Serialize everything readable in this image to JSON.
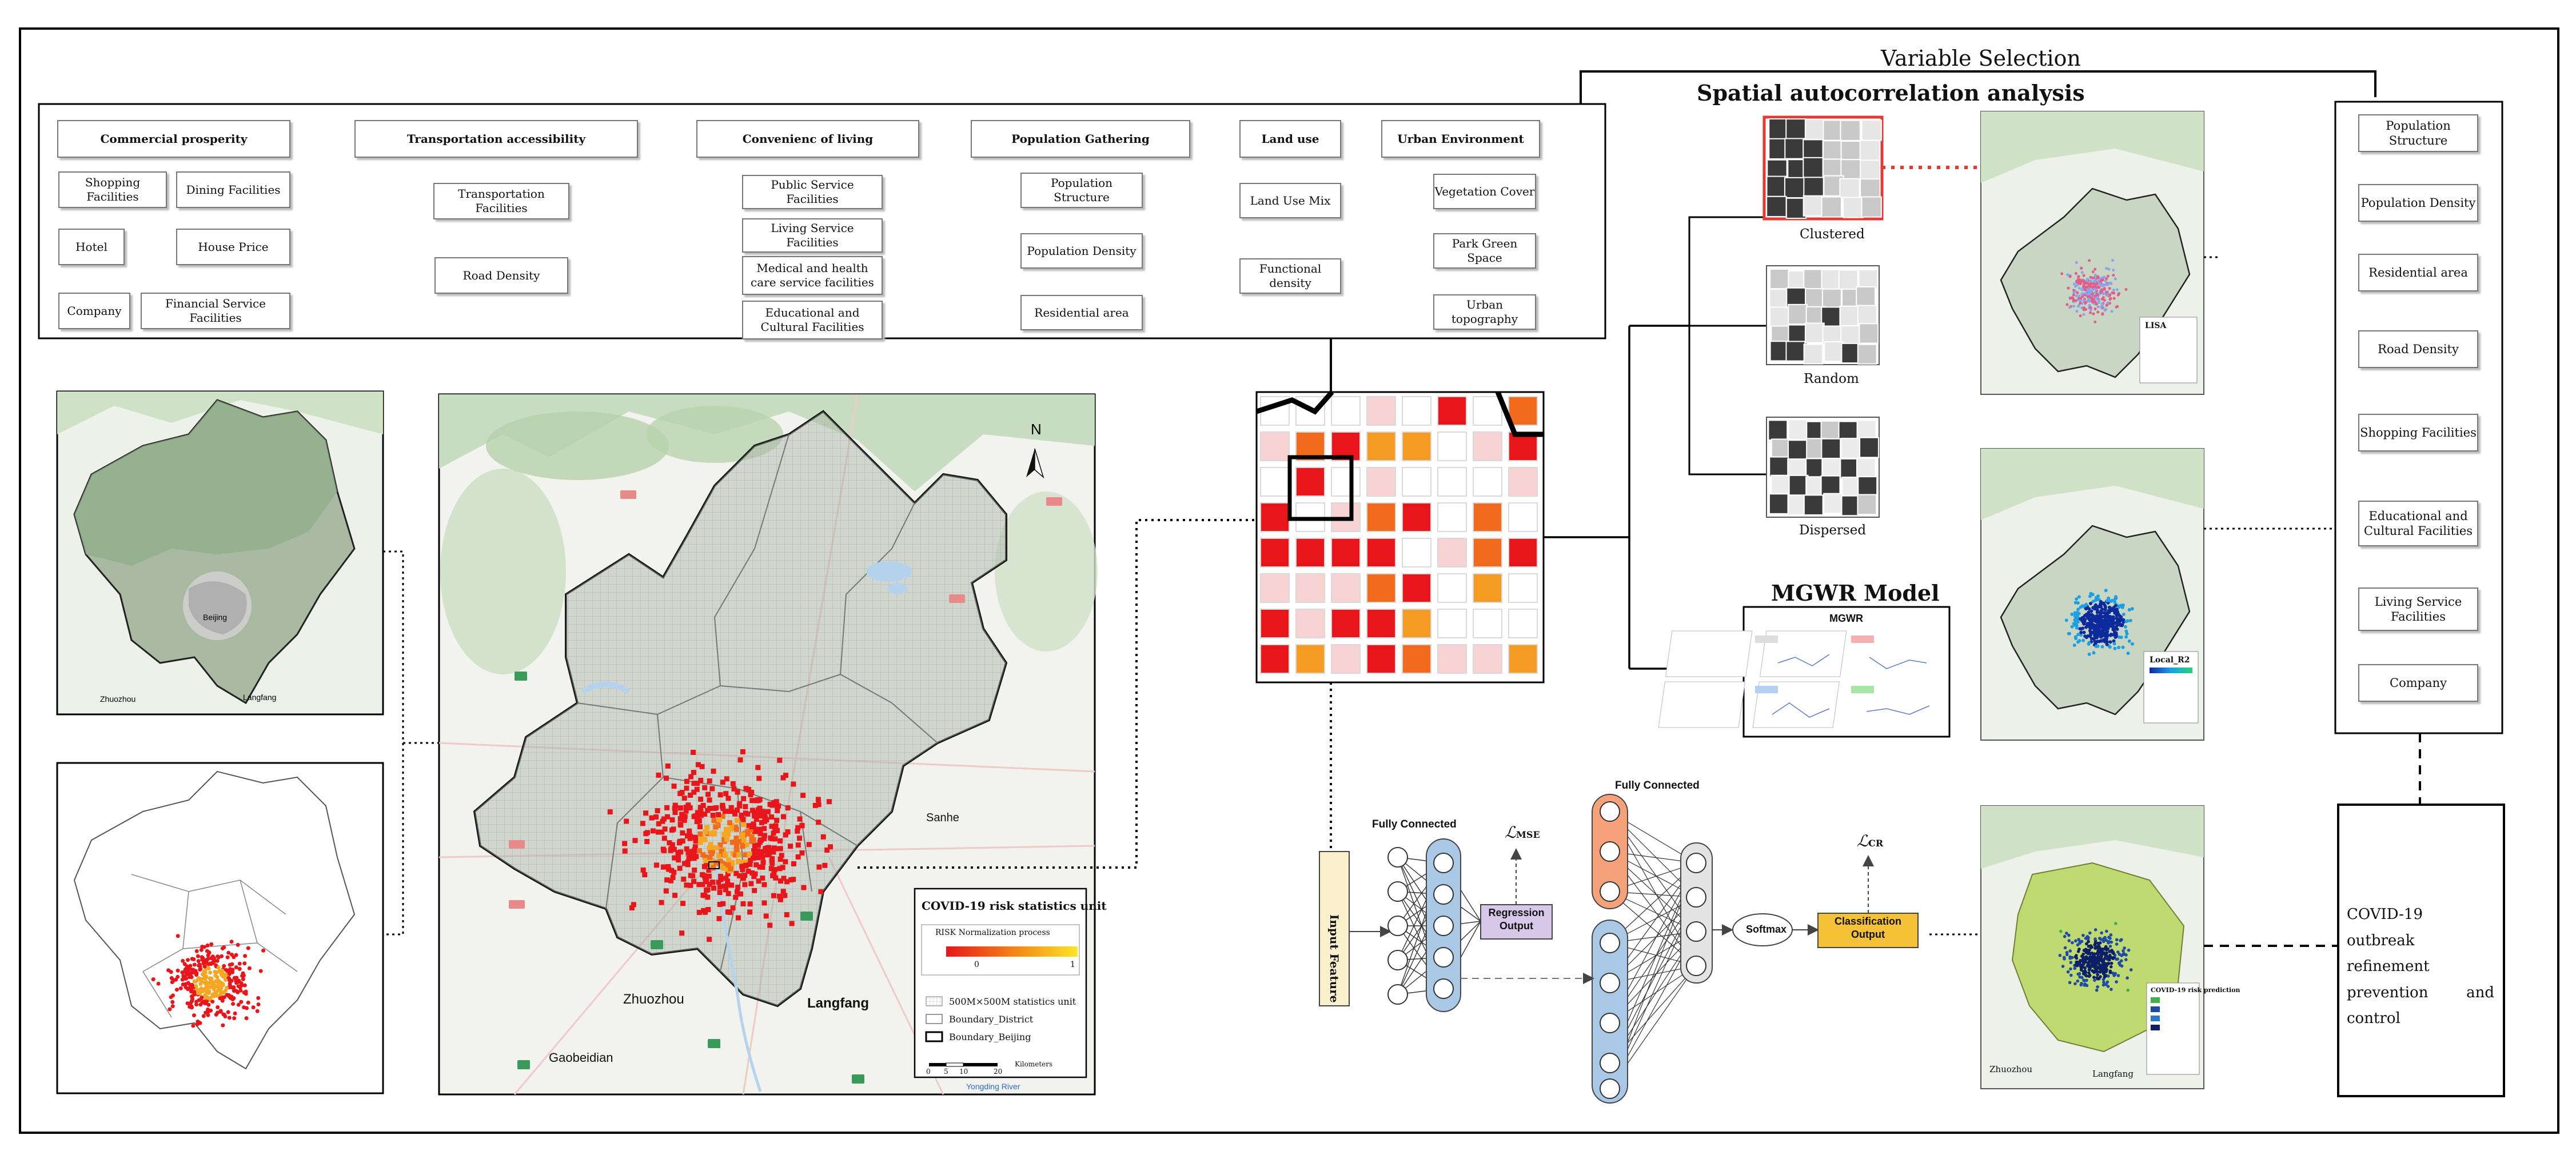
{
  "header": {
    "variable_selection": "Variable Selection",
    "spatial_autocorrelation": "Spatial autocorrelation analysis"
  },
  "categories": [
    {
      "title": "Commercial  prosperity",
      "items": [
        "Shopping Facilities",
        "Dining Facilities",
        "Hotel",
        "House Price",
        "Company",
        "Financial Service Facilities"
      ]
    },
    {
      "title": "Transportation  accessibility",
      "items": [
        "Transportation Facilities",
        "Road Density"
      ]
    },
    {
      "title": "Convenienc  of  living",
      "items": [
        "Public Service Facilities",
        "Living Service Facilities",
        "Medical and health care service facilities",
        "Educational and Cultural Facilities"
      ]
    },
    {
      "title": "Population Gathering",
      "items": [
        "Population Structure",
        "Population Density",
        "Residential area"
      ]
    },
    {
      "title": "Land use",
      "items": [
        "Land Use Mix",
        "Functional density"
      ]
    },
    {
      "title": "Urban Environment",
      "items": [
        "Vegetation Cover",
        "Park Green Space",
        "Urban topography"
      ]
    }
  ],
  "autocorrelation": {
    "patterns": [
      "Clustered",
      "Random",
      "Dispersed"
    ]
  },
  "mgwr": {
    "title": "MGWR Model",
    "inner_title": "MGWR"
  },
  "selected_variables": [
    "Population Structure",
    "Population Density",
    "Residential area",
    "Road Density",
    "Shopping Facilities",
    "Educational and Cultural Facilities",
    "Living Service Facilities",
    "Company"
  ],
  "main_map": {
    "legend_title": "COVID-19 risk statistics unit",
    "risk_label": "RISK Normalization process",
    "risk_min": "0",
    "risk_max": "1",
    "legend_items": [
      "500M×500M statistics unit",
      "Boundary_District",
      "Boundary_Beijing"
    ],
    "scale_ticks": [
      "0",
      "5",
      "10",
      "20"
    ],
    "scale_unit": "Kilometers",
    "place_labels": [
      "Sanhe",
      "Zhuozhou",
      "Langfang",
      "Gaobeidian",
      "Yongding River"
    ],
    "north": "N"
  },
  "small_map": {
    "labels": [
      "Beijing",
      "Langfang",
      "Zhuozhou"
    ]
  },
  "network": {
    "input_label": "Input Feature",
    "fc1": "Fully Connected",
    "fc2": "Fully Connected",
    "regression": "Regression Output",
    "classification": "Classification Output",
    "softmax": "Softmax",
    "loss_mse_main": "ℒ",
    "loss_mse_sub": "MSE",
    "loss_cr_main": "ℒ",
    "loss_cr_sub": "CR"
  },
  "outcome": {
    "text": "COVID-19   outbreak refinement prevention and control"
  },
  "right_maps": {
    "lisa_title": "LISA",
    "local_r2_title": "Local_R2",
    "covid_pred_title": "COVID-19 risk prediction",
    "place_labels": [
      "Zhuozhou",
      "Langfang"
    ]
  },
  "colors": {
    "risk_red": "#e8161b",
    "risk_orange": "#f57f17",
    "risk_yellow": "#fce625",
    "regression_fill": "#d7c8ea",
    "classification_fill": "#f5c237",
    "input_fill": "#fbf0cc",
    "fc_blue": "#a8c8e6",
    "fc_orange": "#f5a27a",
    "fc_grey": "#e3e3e3"
  }
}
